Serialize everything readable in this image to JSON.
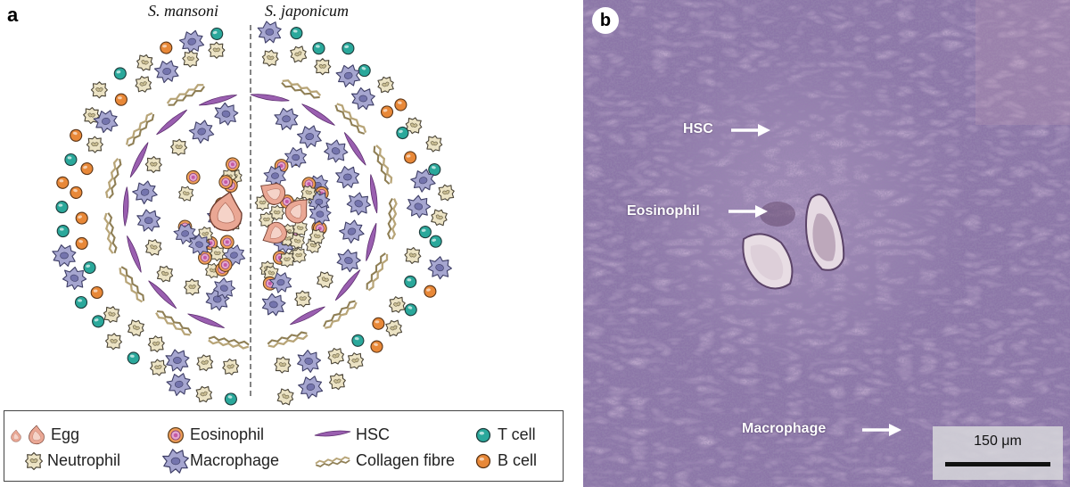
{
  "panel_a": {
    "letter": "a",
    "left_species": "S. mansoni",
    "right_species": "S. japonicum"
  },
  "legend": {
    "egg": "Egg",
    "eosinophil": "Eosinophil",
    "hsc": "HSC",
    "t_cell": "T cell",
    "neutrophil": "Neutrophil",
    "macrophage": "Macrophage",
    "collagen": "Collagen fibre",
    "b_cell": "B cell"
  },
  "panel_b": {
    "letter": "b",
    "label_hsc": "HSC",
    "label_eosinophil": "Eosinophil",
    "label_macrophage": "Macrophage",
    "scale_label": "150 μm"
  },
  "colors": {
    "t_cell": "#2aa89b",
    "b_cell": "#e88838",
    "hsc": "#9a5fb0",
    "macrophage": "#a6a6d0",
    "neutrophil": "#ece3c4",
    "eosinophil": "#ef9e58",
    "egg": "#eaa794",
    "collagen": "#b8a578",
    "tissue": "#8c76a8"
  }
}
